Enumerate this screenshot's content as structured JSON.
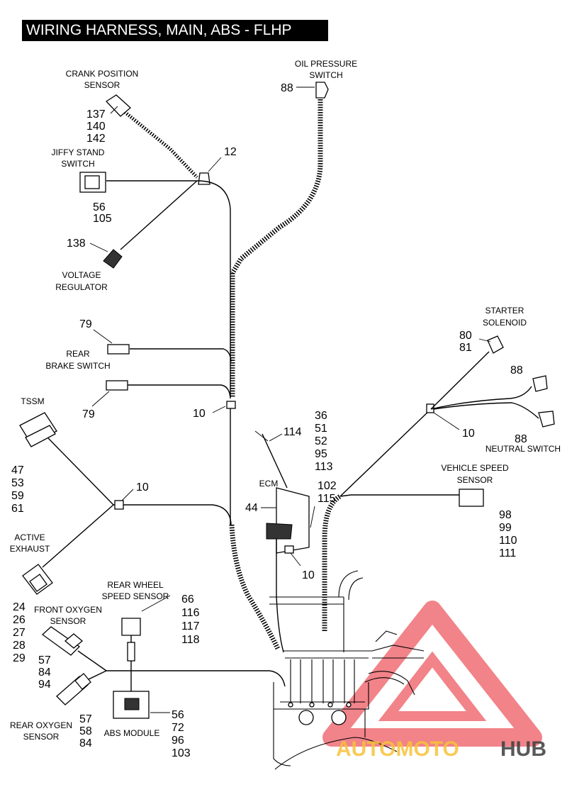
{
  "title": "WIRING HARNESS, MAIN, ABS - FLHP",
  "labels": {
    "crank_position_sensor": [
      "CRANK POSITION",
      "SENSOR"
    ],
    "oil_pressure_switch": [
      "OIL PRESSURE",
      "SWITCH"
    ],
    "jiffy_stand_switch": [
      "JIFFY STAND",
      "SWITCH"
    ],
    "voltage_regulator": [
      "VOLTAGE",
      "REGULATOR"
    ],
    "rear_brake_switch": [
      "REAR",
      "BRAKE SWITCH"
    ],
    "tssm": [
      "TSSM"
    ],
    "active_exhaust": [
      "ACTIVE",
      "EXHAUST"
    ],
    "front_oxygen_sensor": [
      "FRONT OXYGEN",
      "SENSOR"
    ],
    "rear_wheel_speed_sensor": [
      "REAR WHEEL",
      "SPEED SENSOR"
    ],
    "rear_oxygen_sensor": [
      "REAR OXYGEN",
      "SENSOR"
    ],
    "abs_module": [
      "ABS MODULE"
    ],
    "ecm": [
      "ECM"
    ],
    "starter_solenoid": [
      "STARTER",
      "SOLENOID"
    ],
    "neutral_switch": [
      "NEUTRAL SWITCH"
    ],
    "vehicle_speed_sensor": [
      "VEHICLE SPEED",
      "SENSOR"
    ]
  },
  "callouts": {
    "crank": [
      "137",
      "140",
      "142"
    ],
    "oil_88": [
      "88"
    ],
    "clip_12": [
      "12"
    ],
    "jiffy": [
      "56",
      "105"
    ],
    "vreg": [
      "138"
    ],
    "brake_upper": [
      "79"
    ],
    "brake_lower": [
      "79"
    ],
    "clip_10_center": [
      "10"
    ],
    "tssm": [
      "47",
      "53",
      "59",
      "61"
    ],
    "clip_10_left": [
      "10"
    ],
    "exhaust": [
      "24",
      "26",
      "27",
      "28",
      "29"
    ],
    "front_o2": [
      "57",
      "84",
      "94"
    ],
    "rear_o2": [
      "57",
      "58",
      "84"
    ],
    "wheel_speed": [
      "66",
      "116",
      "117",
      "118"
    ],
    "abs": [
      "56",
      "72",
      "96",
      "103"
    ],
    "ecm_114": [
      "114"
    ],
    "ecm_right": [
      "36",
      "51",
      "52",
      "95",
      "113"
    ],
    "ecm_102": [
      "102",
      "115"
    ],
    "ecm_44": [
      "44"
    ],
    "clip_10_ecm": [
      "10"
    ],
    "starter": [
      "80",
      "81"
    ],
    "sw_88_upper": [
      "88"
    ],
    "sw_88_lower": [
      "88"
    ],
    "clip_10_right": [
      "10"
    ],
    "vss": [
      "98",
      "99",
      "110",
      "111"
    ]
  },
  "watermark": {
    "part1": "AUTOMOTO",
    "part2": "HUB",
    "color1": "#f7c23a",
    "color2": "#3d3d3d",
    "logo_color": "#e8323c"
  }
}
